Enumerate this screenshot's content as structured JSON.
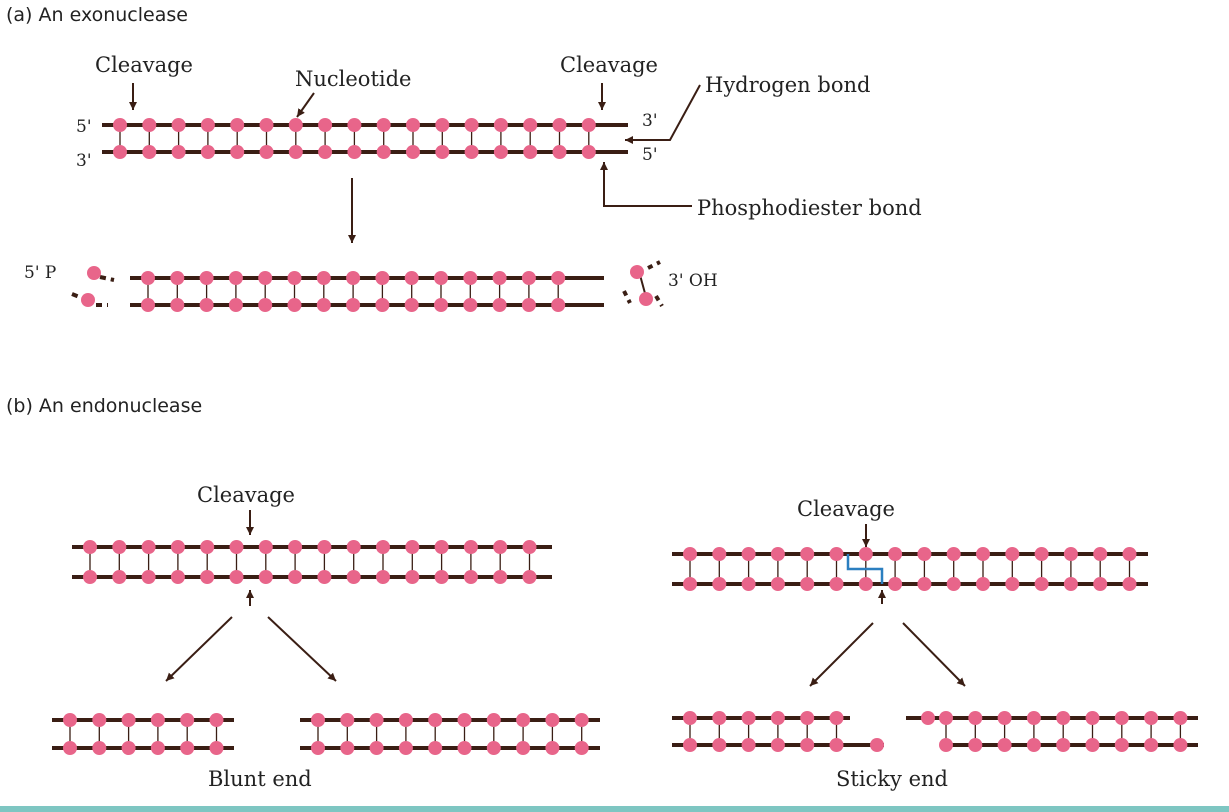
{
  "part_a": {
    "heading": "(a) An exonuclease",
    "cleavage_left": "Cleavage",
    "cleavage_right": "Cleavage",
    "nucleotide": "Nucleotide",
    "hydrogen_bond": "Hydrogen bond",
    "phosphodiester_bond": "Phosphodiester bond",
    "end_5_top": "5'",
    "end_3_bottom": "3'",
    "end_3_top_right": "3'",
    "end_5_bottom_right": "5'",
    "product_5p": "5' P",
    "product_3oh": "3' OH"
  },
  "part_b": {
    "heading": "(b) An endonuclease",
    "cleavage_left": "Cleavage",
    "cleavage_right": "Cleavage",
    "blunt_end": "Blunt end",
    "sticky_end": "Sticky end"
  },
  "colors": {
    "strand": "#3a1e14",
    "nucleotide": "#e8658a",
    "cut_line": "#2b7fc0",
    "rule": "#7ec6c2"
  }
}
